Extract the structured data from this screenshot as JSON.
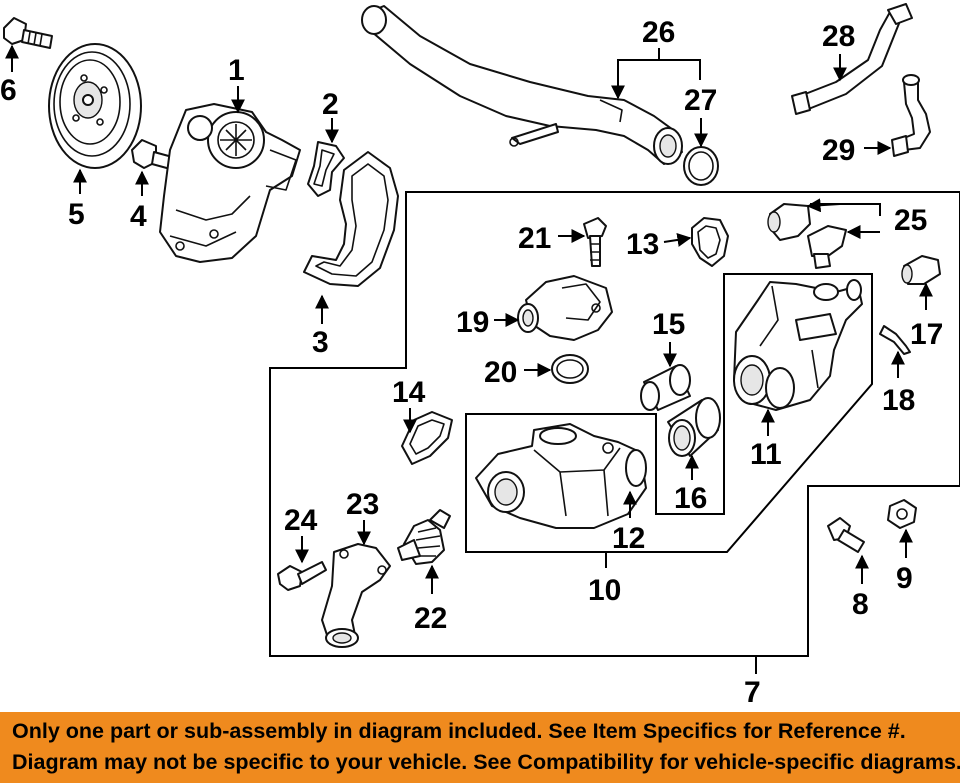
{
  "callouts": {
    "c1": "1",
    "c2": "2",
    "c3": "3",
    "c4": "4",
    "c5": "5",
    "c6": "6",
    "c7": "7",
    "c8": "8",
    "c9": "9",
    "c10": "10",
    "c11": "11",
    "c12": "12",
    "c13": "13",
    "c14": "14",
    "c15": "15",
    "c16": "16",
    "c17": "17",
    "c18": "18",
    "c19": "19",
    "c20": "20",
    "c21": "21",
    "c22": "22",
    "c23": "23",
    "c24": "24",
    "c25": "25",
    "c26": "26",
    "c27": "27",
    "c28": "28",
    "c29": "29"
  },
  "banner": {
    "line1": "Only one part or sub-assembly in diagram included. See Item Specifics for Reference #.",
    "line2": "Diagram may not be specific to your vehicle. See Compatibility for vehicle-specific diagrams.",
    "background_color": "#ef8a1e"
  }
}
